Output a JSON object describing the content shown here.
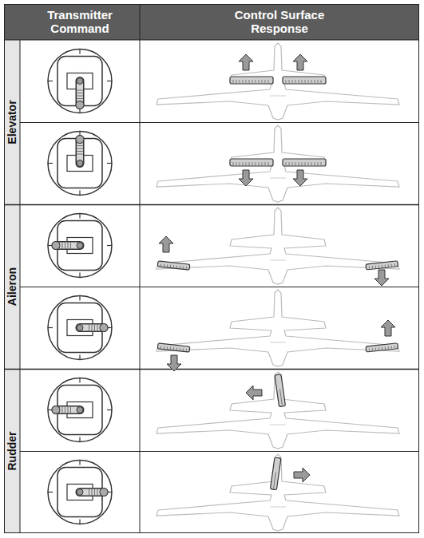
{
  "diagram": {
    "labels": [
      "Transmitter Command",
      "Control Surface Response",
      "Elevator",
      "Aileron",
      "Rudder"
    ]
  }
}
